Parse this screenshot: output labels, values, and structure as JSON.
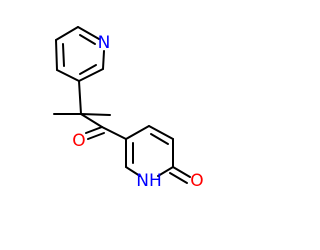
{
  "molecule": {
    "atoms": {
      "pyridine_n": "N",
      "carbonyl_o": "O",
      "amide_nh": "NH",
      "pyridone_o": "O"
    },
    "colors": {
      "bond": "#000000",
      "nitrogen": "#0000ff",
      "oxygen": "#ff0000"
    }
  }
}
